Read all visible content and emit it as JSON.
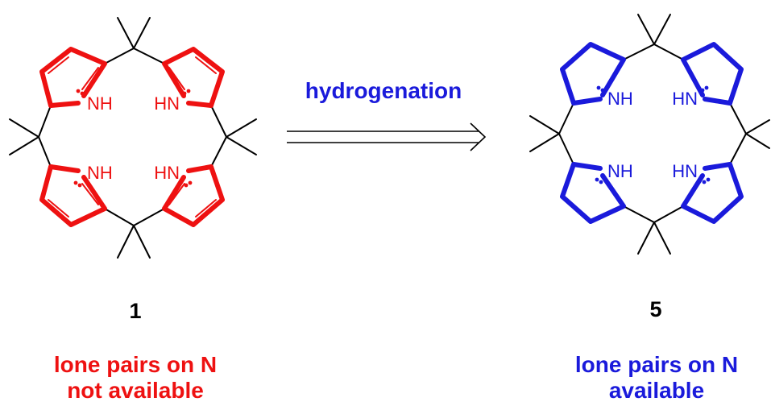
{
  "reaction": {
    "arrow_label": "hydrogenation",
    "arrow_color": "#1a1adb"
  },
  "left": {
    "compound_number": "1",
    "color": "#ee1111",
    "caption_line1": "lone pairs on N",
    "caption_line2": "not available",
    "nh_labels": [
      "NH",
      "HN",
      "NH",
      "HN"
    ]
  },
  "right": {
    "compound_number": "5",
    "color": "#1a1adb",
    "caption_line1": "lone pairs on N",
    "caption_line2": "available",
    "nh_labels": [
      "NH",
      "HN",
      "NH",
      "HN"
    ]
  }
}
